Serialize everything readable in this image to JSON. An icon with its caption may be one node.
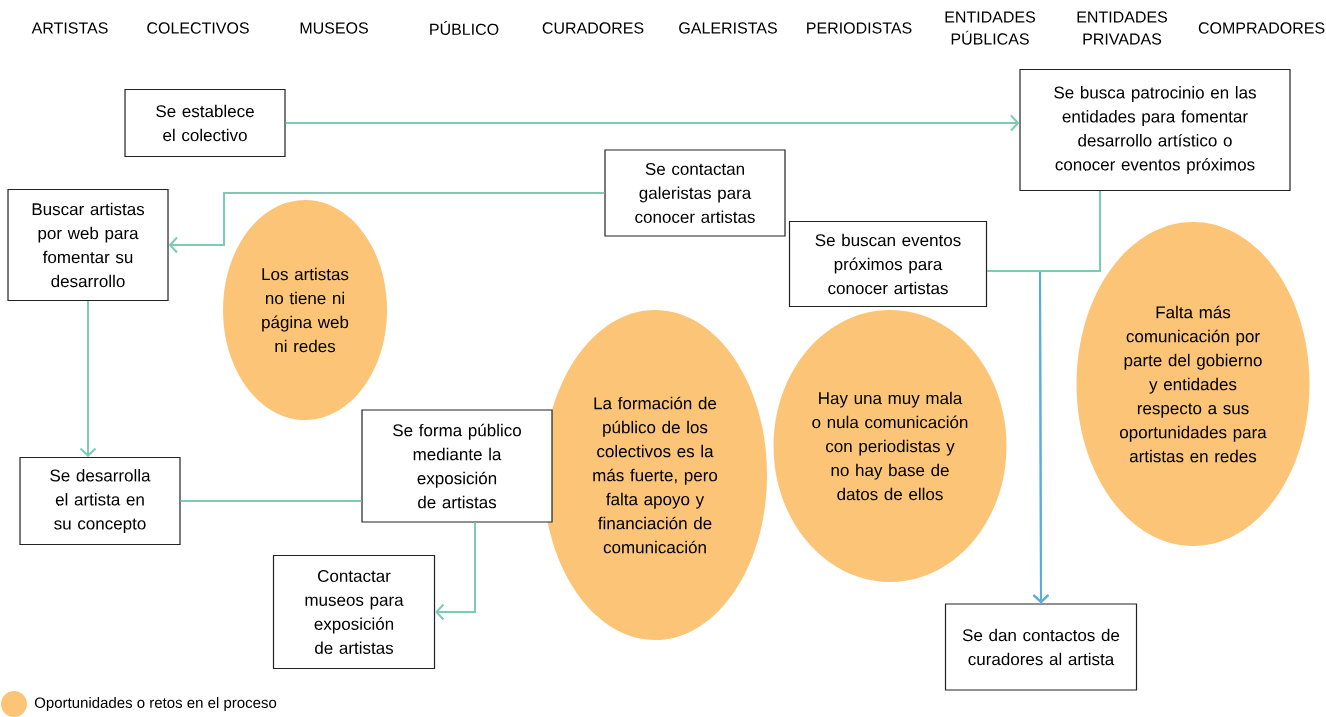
{
  "diagram": {
    "nodes": [
      {
        "text": [
          "Se establece el colectivo"
        ]
      },
      {
        "text": [
          "Se busca patrocinio en las entidades para fomentar desarrollo artístico o conocer eventos próximos"
        ]
      },
      {
        "text": [
          "Se contactan galeristas para conocer artistas"
        ]
      },
      {
        "text": [
          "Buscar artistas por web para fomentar su desarrollo"
        ]
      },
      {
        "text": [
          "Se buscan eventos próximos para conocer artistas"
        ]
      },
      {
        "text": [
          "Se desarrolla el artista en su concepto"
        ]
      },
      {
        "text": [
          "Se forma público mediante la exposición de artistas"
        ]
      },
      {
        "text": [
          "Contactar museos para exposición de artistas"
        ]
      },
      {
        "text": [
          "Se dan contactos de curadores al artista"
        ]
      },
      {
        "text": [
          "Los artistas no tiene ni página web ni redes"
        ]
      },
      {
        "text": [
          "La formación de público de los colectivos es la más fuerte, pero falta apoyo y financiación de comunicación"
        ]
      },
      {
        "text": [
          "Hay una muy mala o nula comunicación con periodistas y no hay base de datos de ellos"
        ]
      },
      {
        "text": [
          "Falta más comunicación por parte del gobierno y entidades respecto a sus oportunidades para artistas en redes"
        ]
      }
    ],
    "edges": [
      {
        "from": 0,
        "to": 1,
        "arrow": "to"
      },
      {
        "from": 2,
        "to": 3,
        "arrow": "to"
      },
      {
        "from": 3,
        "to": 5,
        "arrow": "to"
      },
      {
        "from": 5,
        "to": 6,
        "arrow": "none"
      },
      {
        "from": 6,
        "to": 7,
        "arrow": "to"
      },
      {
        "from": 1,
        "to": 8,
        "arrow": "to",
        "color": "#5aafd6"
      },
      {
        "from": 4,
        "to": 8,
        "arrow": "to",
        "color": "#5aafd6"
      },
      {
        "from": 1,
        "to": 4,
        "arrow": "none"
      }
    ],
    "labels": [
      "ARTISTAS",
      "COLECTIVOS",
      "MUSEOS",
      "PÚBLICO",
      "CURADORES",
      "GALERISTAS",
      "PERIODISTAS",
      "ENTIDADES PÚBLICAS",
      "ENTIDADES PRIVADAS",
      "COMPRADORES"
    ],
    "legend": [
      {
        "text": "Oportunidades o retos en el proceso",
        "color": "#fbc477"
      }
    ]
  }
}
